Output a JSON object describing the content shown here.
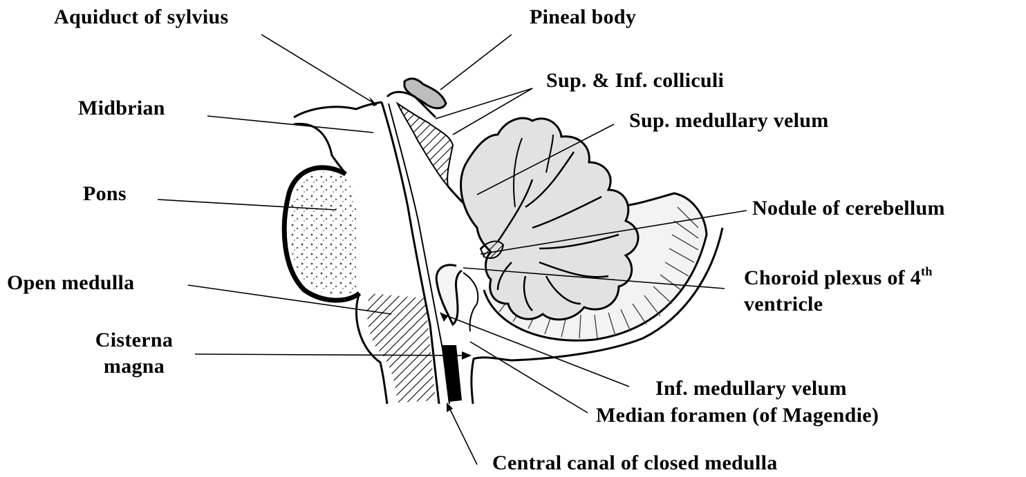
{
  "labels": {
    "aqueduct": "Aquiduct of sylvius",
    "pineal": "Pineal body",
    "colliculi": "Sup. & Inf. colliculi",
    "midbrain": "Midbrian",
    "sup_velum": "Sup. medullary velum",
    "pons": "Pons",
    "nodule": "Nodule of cerebellum",
    "open_medulla": "Open medulla",
    "choroid_line1": "Choroid plexus of 4",
    "choroid_sup": "th",
    "choroid_line2": "ventricle",
    "cisterna_line1": "Cisterna",
    "cisterna_line2": "magna",
    "inf_velum": "Inf. medullary velum",
    "median_foramen": "Median foramen (of Magendie)",
    "central_canal": "Central canal of closed medulla"
  }
}
